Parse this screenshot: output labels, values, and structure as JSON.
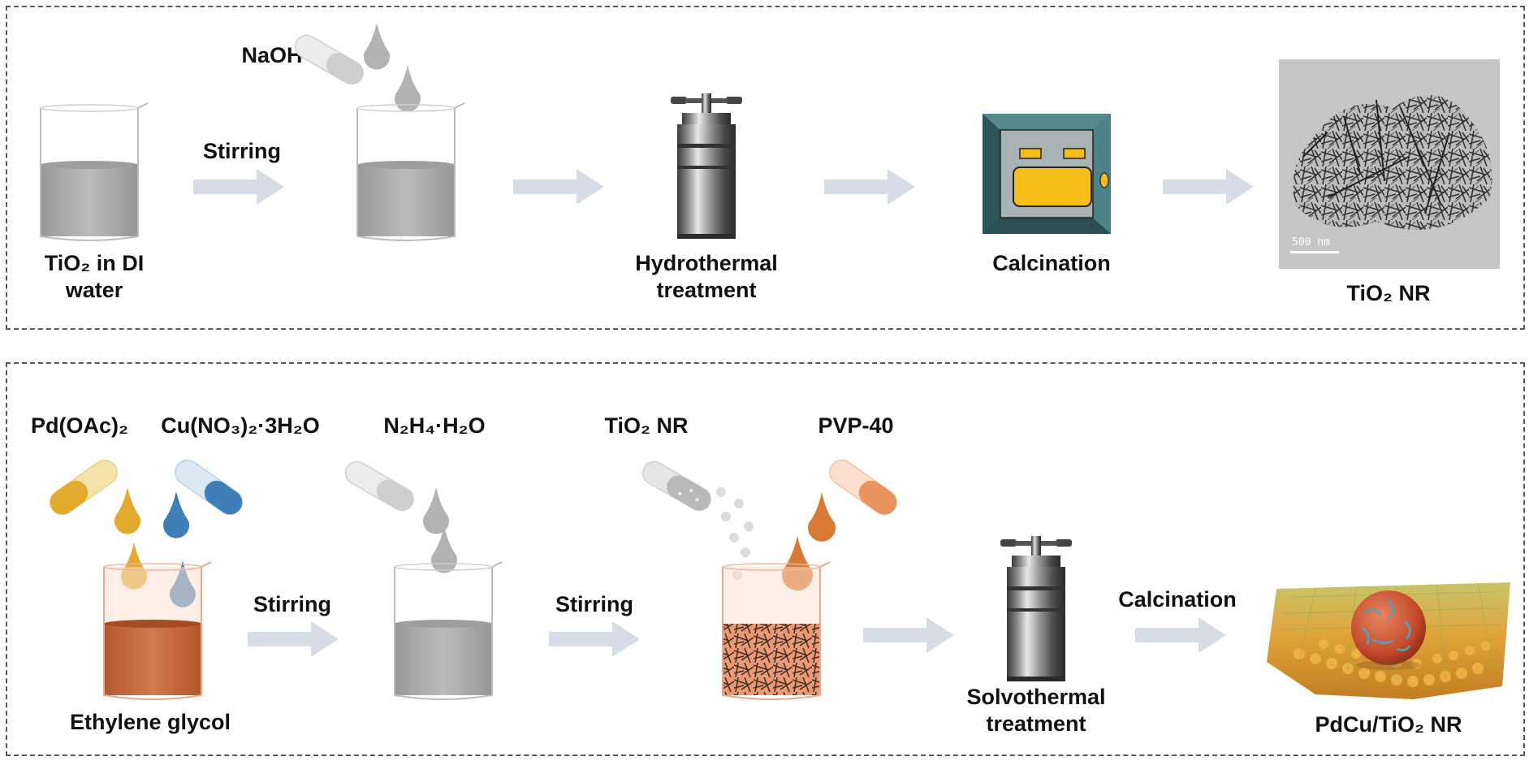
{
  "panel_top": {
    "step1_label": [
      "TiO₂ in DI",
      "water"
    ],
    "stirring": "Stirring",
    "naoh": "NaOH",
    "hydrothermal": [
      "Hydrothermal",
      "treatment"
    ],
    "calcination": "Calcination",
    "product": "TiO₂ NR",
    "scale_bar": "500 nm"
  },
  "panel_bottom": {
    "pd_precursor": "Pd(OAc)₂",
    "cu_precursor": "Cu(NO₃)₂·3H₂O",
    "reductant": "N₂H₄·H₂O",
    "tio2_nr": "TiO₂ NR",
    "pvp": "PVP-40",
    "stirring_1": "Stirring",
    "stirring_2": "Stirring",
    "solvent": "Ethylene glycol",
    "solvothermal": [
      "Solvothermal",
      "treatment"
    ],
    "calcination": "Calcination",
    "product": "PdCu/TiO₂ NR"
  },
  "colors": {
    "arrow": "#d6dde6",
    "liquid_grey": "#a9a9a9",
    "liquid_copper": "#c46a3e",
    "drop_grey": "#b3b3b3",
    "drop_yellow": "#e2ab2d",
    "drop_blue": "#3f7fb8",
    "drop_orange": "#d97a34",
    "furnace_body": "#3d6d72",
    "furnace_window": "#f6be19",
    "dashed_border": "#5a5a5a"
  },
  "icons": [
    "beaker-icon",
    "test-tube-icon",
    "droplet-icon",
    "autoclave-icon",
    "furnace-icon",
    "tem-image",
    "arrow-icon",
    "catalyst-render"
  ]
}
